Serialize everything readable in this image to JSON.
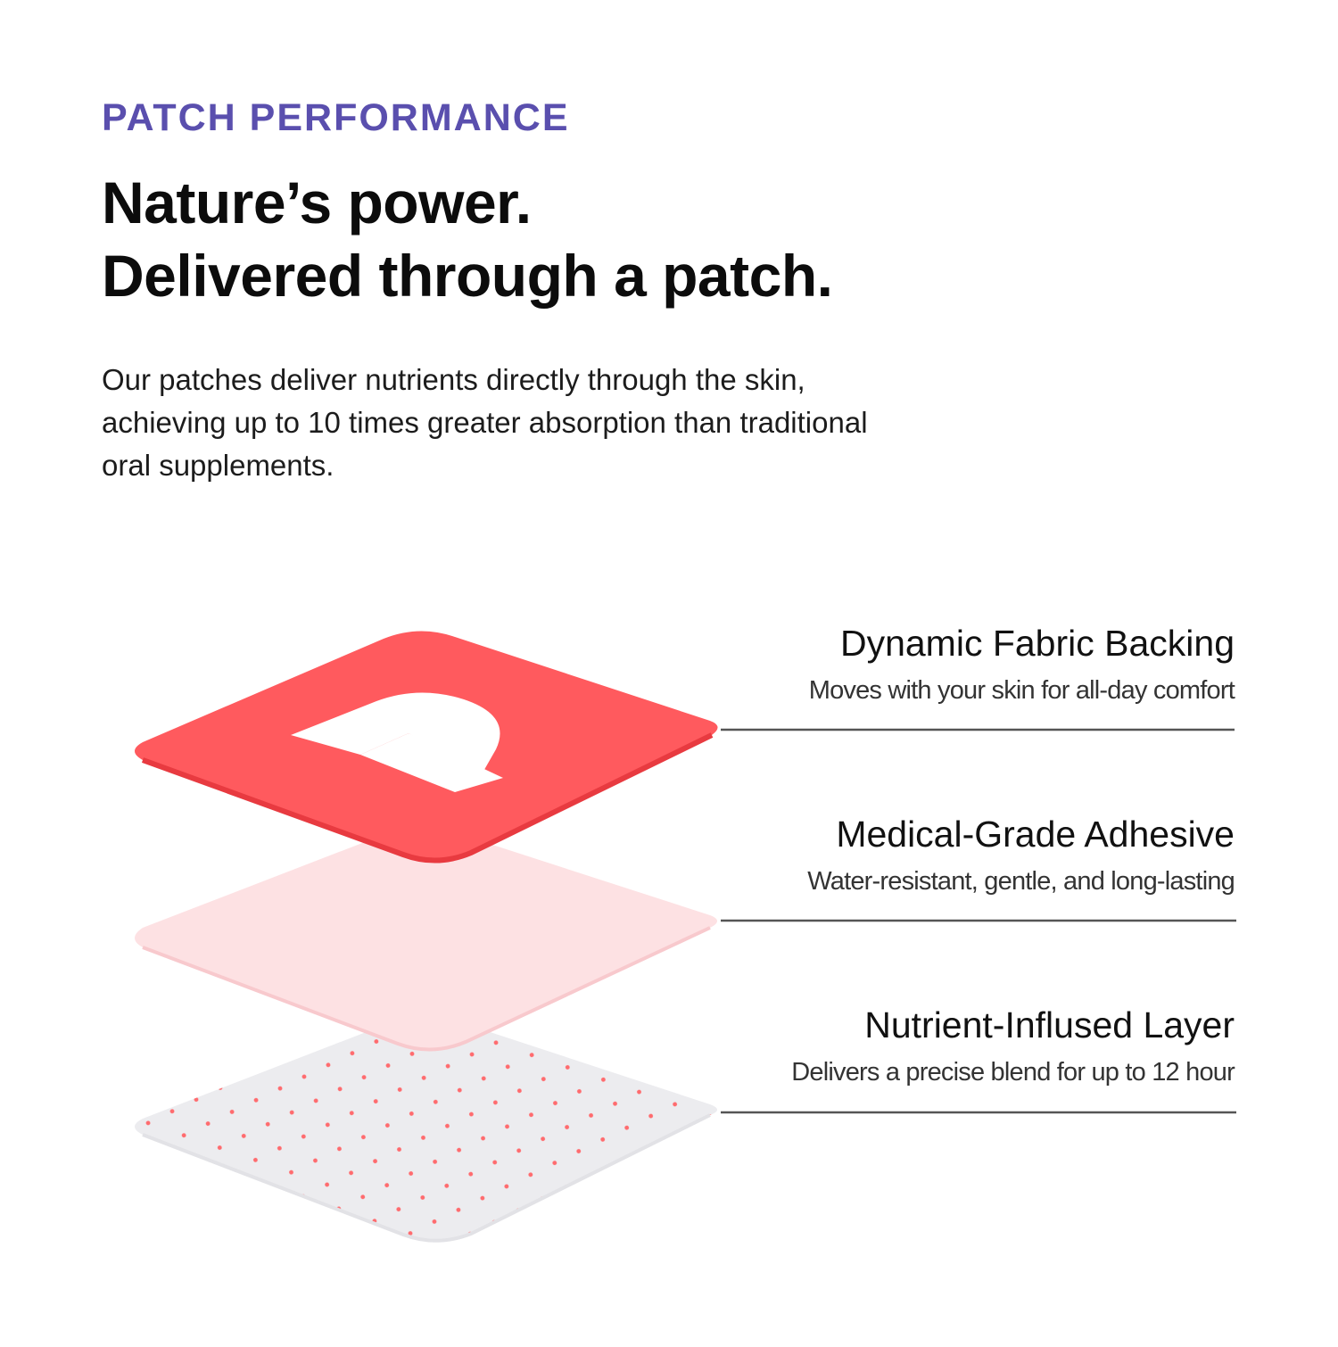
{
  "header": {
    "eyebrow": "PATCH PERFORMANCE",
    "headline_line1": "Nature’s power.",
    "headline_line2": "Delivered through a patch.",
    "body": "Our patches deliver nutrients directly through the skin, achieving up to 10 times greater absorption than traditional oral supplements."
  },
  "layers": [
    {
      "title": "Dynamic Fabric Backing",
      "description": "Moves with your skin for all-day comfort"
    },
    {
      "title": "Medical-Grade Adhesive",
      "description": "Water-resistant, gentle, and long-lasting"
    },
    {
      "title": "Nutrient-Inflused Layer",
      "description": "Delivers a precise blend for up to 12 hour"
    }
  ],
  "colors": {
    "accent": "#5a4fae",
    "backing": "#ff5a5e",
    "backing_edge": "#e83a40",
    "adhesive": "#fde1e3",
    "nutrient_base": "#ececef",
    "nutrient_dots": "#ff6b6e",
    "divider": "#555555"
  },
  "icons": {
    "backing_logo": "brand-logo-icon"
  }
}
